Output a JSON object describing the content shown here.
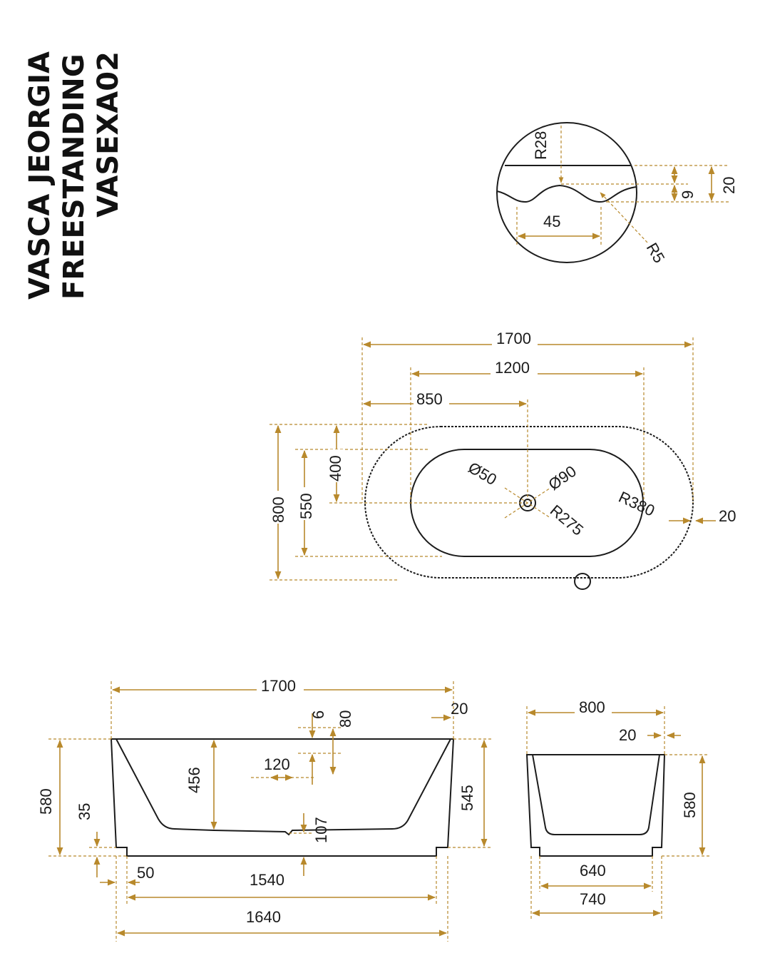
{
  "title": {
    "line1": "VASCA JEORGIA",
    "line2": "FREESTANDING",
    "line3": "VASEXA02"
  },
  "colors": {
    "dimension_line": "#b8892c",
    "outline": "#1c1c1c",
    "text": "#1a1a1a"
  },
  "detail": {
    "r28": "R28",
    "d45": "45",
    "d9": "9",
    "d20": "20",
    "r5": "R5"
  },
  "top_view": {
    "length": "1700",
    "inner_length": "1200",
    "drain_offset": "850",
    "width": "800",
    "inner_width": "550",
    "drain_side": "400",
    "drain_small": "Ø50",
    "drain_large": "Ø90",
    "radius_inner": "R275",
    "radius_outer": "R380",
    "rim": "20"
  },
  "front_view": {
    "length": "1700",
    "rim_6": "6",
    "rim_80": "80",
    "rim_20": "20",
    "span_120": "120",
    "depth": "456",
    "height": "580",
    "plinth": "35",
    "height_545": "545",
    "step_107": "107",
    "offset_50": "50",
    "base_1540": "1540",
    "base_1640": "1640"
  },
  "side_view": {
    "width": "800",
    "rim": "20",
    "height": "580",
    "base_640": "640",
    "base_740": "740"
  }
}
